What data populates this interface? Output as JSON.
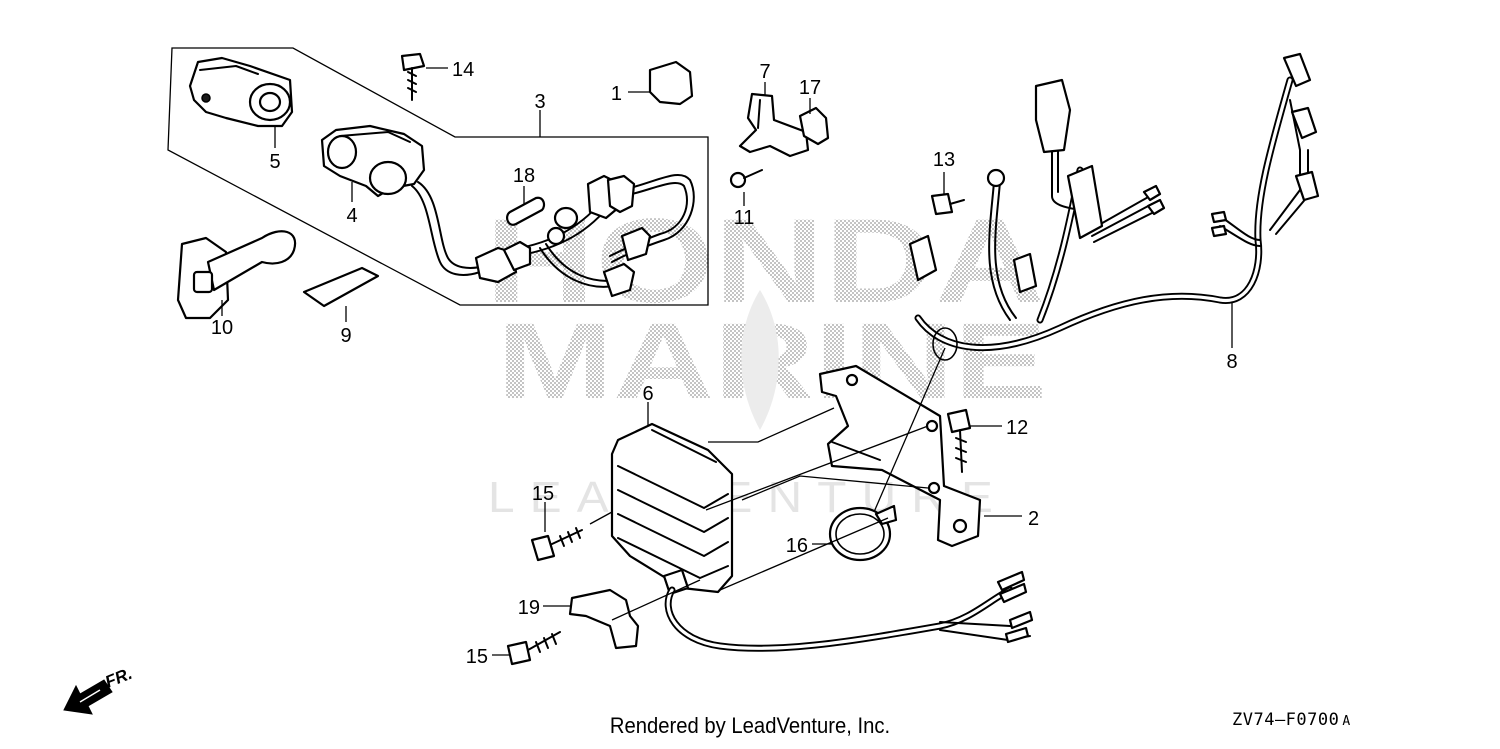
{
  "diagram": {
    "callouts": [
      "1",
      "2",
      "3",
      "4",
      "5",
      "6",
      "7",
      "8",
      "9",
      "10",
      "11",
      "12",
      "13",
      "14",
      "15",
      "15",
      "16",
      "17",
      "18",
      "19"
    ],
    "watermark": {
      "line1": "HONDA",
      "line2": "MARINE",
      "line3": "LEADVENTURE"
    },
    "direction_label": "FR.",
    "footer_credit": "Rendered by LeadVenture, Inc.",
    "diagram_code": "ZV74—F0700",
    "diagram_code_suffix": "A"
  }
}
